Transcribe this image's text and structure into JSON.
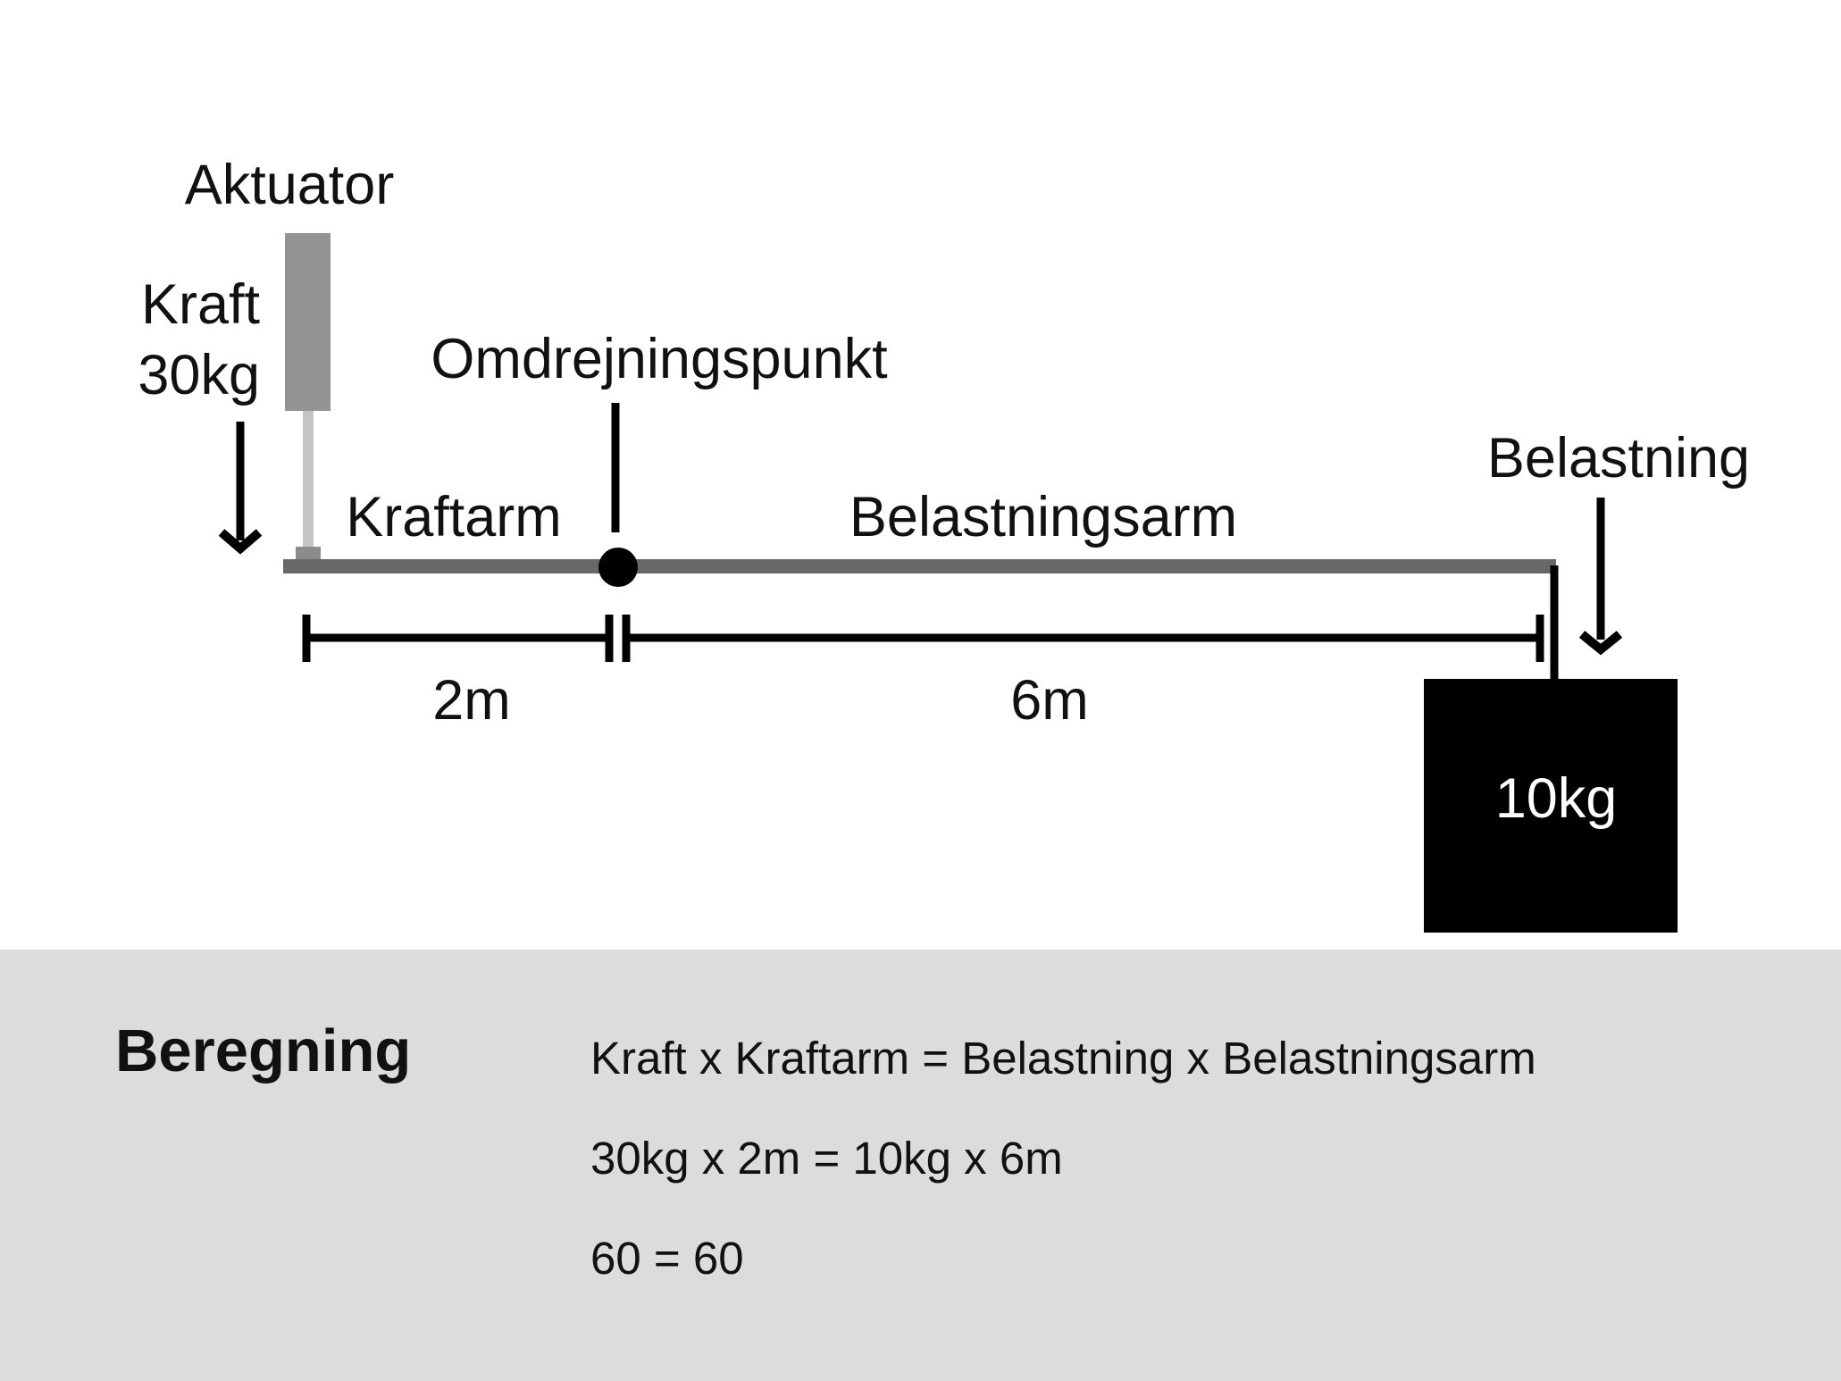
{
  "labels": {
    "actuator": "Aktuator",
    "force_word": "Kraft",
    "force_value": "30kg",
    "pivot": "Omdrejningspunkt",
    "force_arm": "Kraftarm",
    "load_arm": "Belastningsarm",
    "load": "Belastning",
    "force_arm_length": "2m",
    "load_arm_length": "6m",
    "load_weight": "10kg"
  },
  "calculation": {
    "title": "Beregning",
    "lines": [
      "Kraft x Kraftarm = Belastning x Belastningsarm",
      "30kg x 2m = 10kg x 6m",
      "60 = 60"
    ]
  },
  "colors": {
    "beam": "#686868",
    "actuator_body": "#939393",
    "actuator_rod": "#c4c4c4",
    "ink": "#000000",
    "panel": "#dcdcdc"
  }
}
